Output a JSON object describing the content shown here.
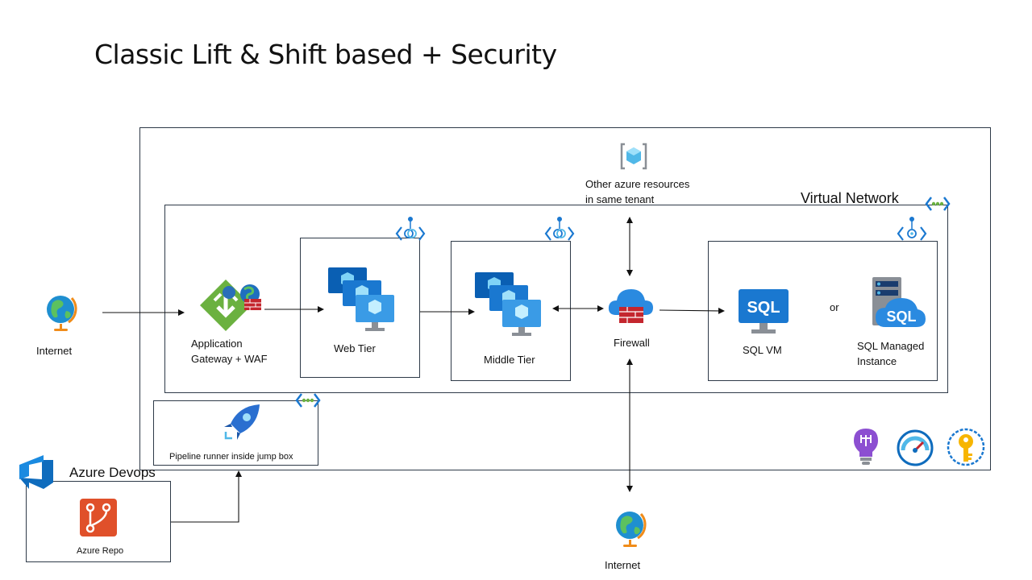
{
  "title": "Classic Lift & Shift based + Security",
  "labels": {
    "internet_left": "Internet",
    "internet_bottom": "Internet",
    "app_gateway": "Application\nGateway + WAF",
    "web_tier": "Web Tier",
    "middle_tier": "Middle Tier",
    "firewall": "Firewall",
    "sql_vm": "SQL VM",
    "or": "or",
    "sql_mi": "SQL Managed\nInstance",
    "other_resources": "Other azure resources\nin same tenant",
    "virtual_network": "Virtual Network",
    "pipeline_runner": "Pipeline runner inside jump box",
    "azure_devops": "Azure Devops",
    "azure_repo": "Azure Repo"
  },
  "icons": {
    "sql_text": "SQL"
  },
  "colors": {
    "border": "#2e3a48",
    "azure_blue": "#0078d4",
    "light_blue": "#50b8e8",
    "globe_ocean": "#1f8fd0",
    "globe_land": "#5cc15f",
    "gateway_green": "#6bb140",
    "firewall_red": "#c4262e",
    "repo_orange": "#e0502a",
    "keyvault_yellow": "#f7b500",
    "purple": "#8c4fd1"
  }
}
